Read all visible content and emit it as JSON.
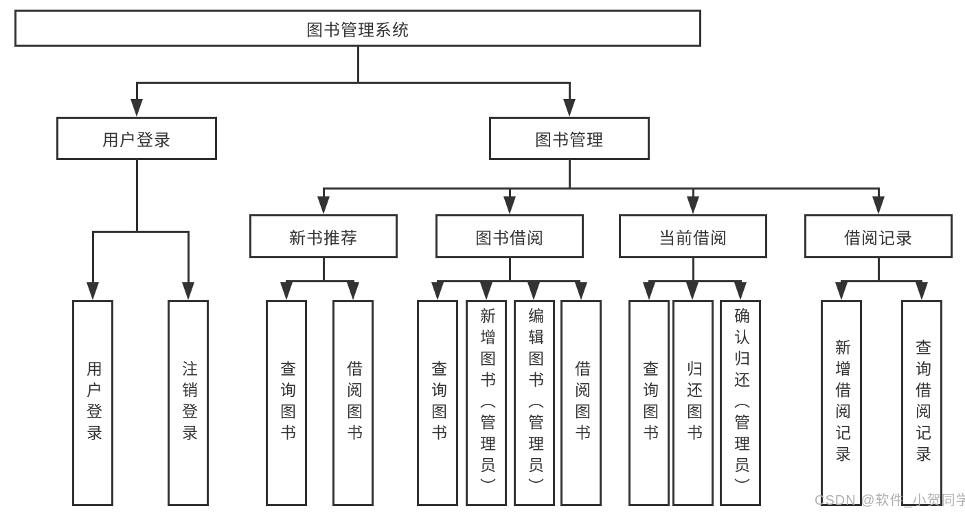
{
  "diagram_type": "functional-structure-tree",
  "colors": {
    "line": "#333333",
    "node_border": "#333333",
    "node_text": "#333333",
    "background": "#ffffff",
    "watermark_text_color": "#b0b0b0"
  },
  "tree": {
    "label": "图书管理系统",
    "children": [
      {
        "label": "用户登录",
        "children": [
          {
            "label": "用户登录"
          },
          {
            "label": "注销登录"
          }
        ]
      },
      {
        "label": "图书管理",
        "children": [
          {
            "label": "新书推荐",
            "children": [
              {
                "label": "查询图书"
              },
              {
                "label": "借阅图书"
              }
            ]
          },
          {
            "label": "图书借阅",
            "children": [
              {
                "label": "查询图书"
              },
              {
                "label": "新增图书（管理员）"
              },
              {
                "label": "编辑图书（管理员）"
              },
              {
                "label": "借阅图书"
              }
            ]
          },
          {
            "label": "当前借阅",
            "children": [
              {
                "label": "查询图书"
              },
              {
                "label": "归还图书"
              },
              {
                "label": "确认归还（管理员）"
              }
            ]
          },
          {
            "label": "借阅记录",
            "children": [
              {
                "label": "新增借阅记录"
              },
              {
                "label": "查询借阅记录"
              }
            ]
          }
        ]
      }
    ]
  },
  "watermark": {
    "text": "CSDN @软件_小贺同学"
  }
}
